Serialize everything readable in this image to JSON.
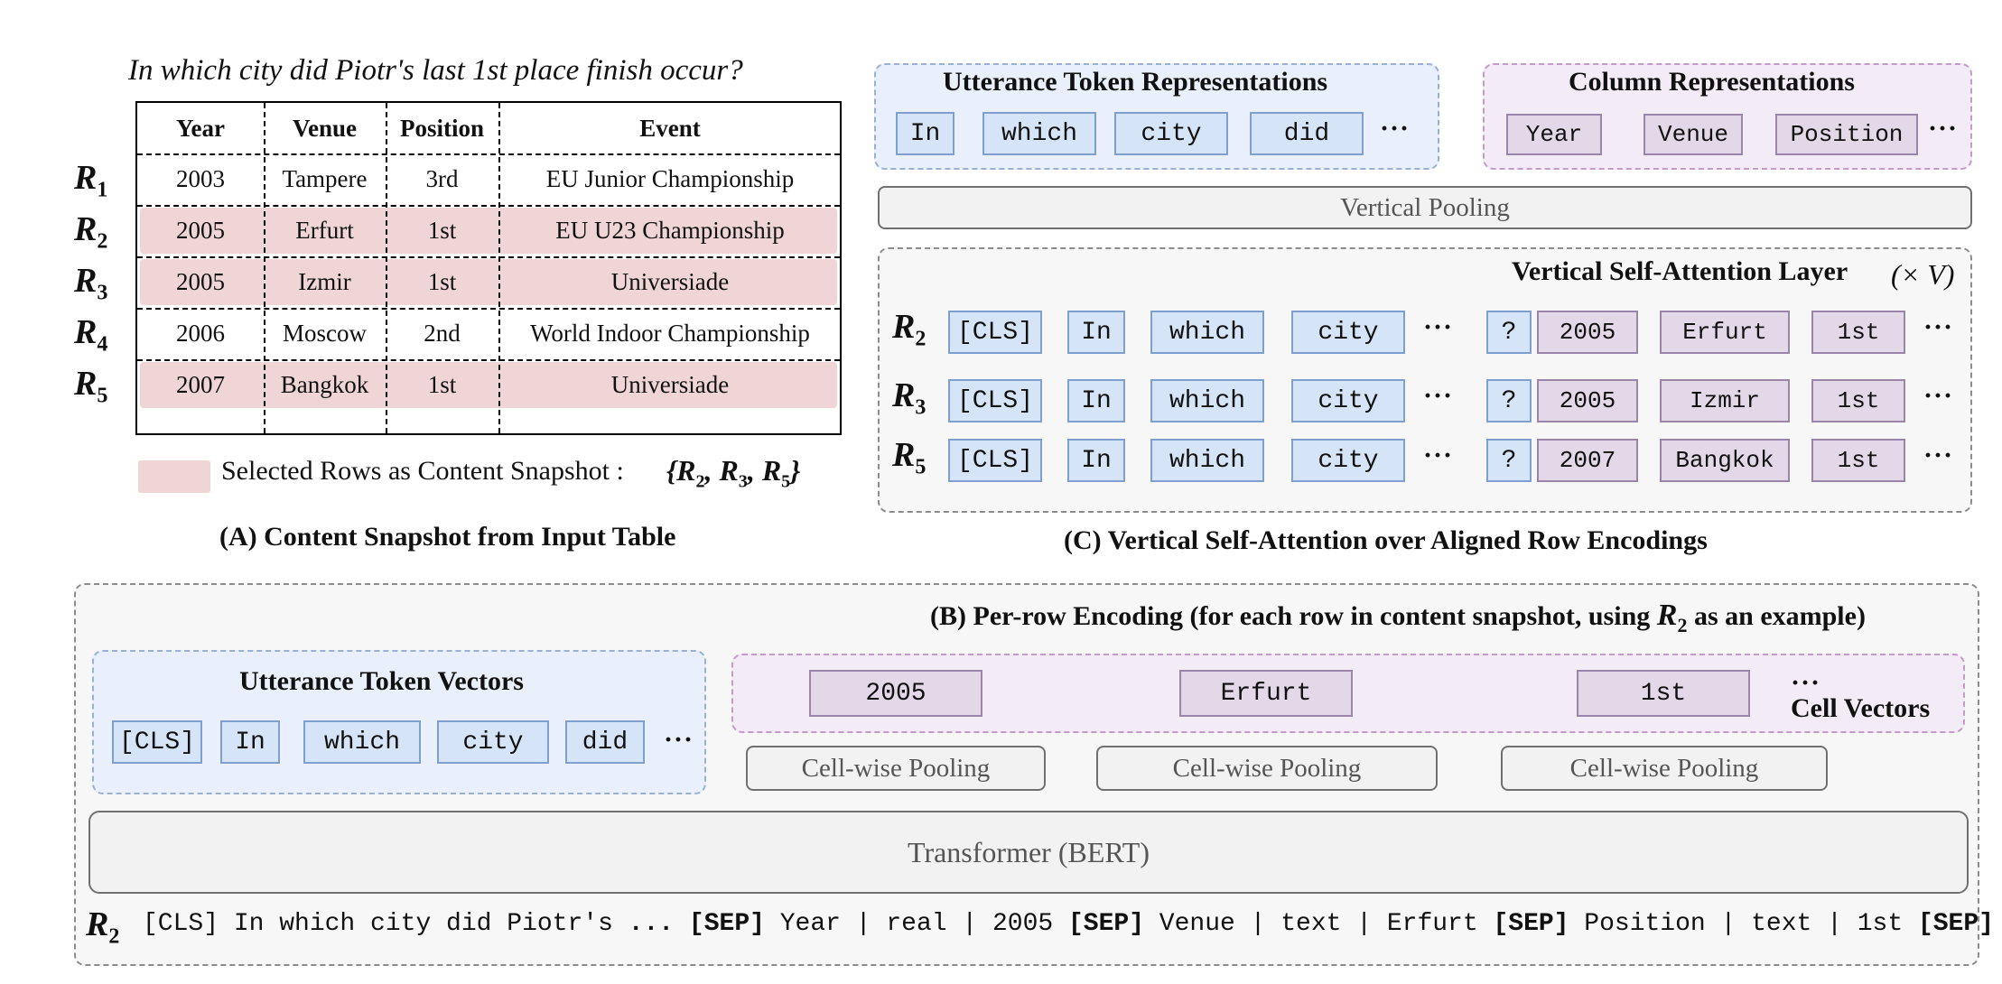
{
  "question": "In which city did Piotr's last 1st place finish occur?",
  "table": {
    "headers": [
      "Year",
      "Venue",
      "Position",
      "Event"
    ],
    "rows": [
      {
        "label": "R",
        "sub": "1",
        "cells": [
          "2003",
          "Tampere",
          "3rd",
          "EU Junior Championship"
        ],
        "selected": false
      },
      {
        "label": "R",
        "sub": "2",
        "cells": [
          "2005",
          "Erfurt",
          "1st",
          "EU U23 Championship"
        ],
        "selected": true
      },
      {
        "label": "R",
        "sub": "3",
        "cells": [
          "2005",
          "Izmir",
          "1st",
          "Universiade"
        ],
        "selected": true
      },
      {
        "label": "R",
        "sub": "4",
        "cells": [
          "2006",
          "Moscow",
          "2nd",
          "World Indoor Championship"
        ],
        "selected": false
      },
      {
        "label": "R",
        "sub": "5",
        "cells": [
          "2007",
          "Bangkok",
          "1st",
          "Universiade"
        ],
        "selected": true
      }
    ]
  },
  "legend": {
    "text": "Selected Rows as Content Snapshot :",
    "set": "{R2, R3, R5}",
    "color": "#efd5d5"
  },
  "captions": {
    "a": "(A) Content Snapshot from Input Table",
    "c": "(C) Vertical Self-Attention over Aligned Row Encodings",
    "b": "(B) Per-row Encoding (for each row in content snapshot, using",
    "b_var": "R",
    "b_sub": "2",
    "b_end": "as an example)"
  },
  "panel_c": {
    "utterance_title": "Utterance Token Representations",
    "utterance_tokens": [
      "In",
      "which",
      "city",
      "did"
    ],
    "column_title": "Column Representations",
    "column_tokens": [
      "Year",
      "Venue",
      "Position"
    ],
    "vertical_pooling": "Vertical Pooling",
    "layer_title": "Vertical Self-Attention Layer",
    "layer_mult": "(× V)",
    "rows": [
      {
        "label": "R",
        "sub": "2",
        "tokens": [
          "[CLS]",
          "In",
          "which",
          "city",
          "?"
        ],
        "cells": [
          "2005",
          "Erfurt",
          "1st"
        ]
      },
      {
        "label": "R",
        "sub": "3",
        "tokens": [
          "[CLS]",
          "In",
          "which",
          "city",
          "?"
        ],
        "cells": [
          "2005",
          "Izmir",
          "1st"
        ]
      },
      {
        "label": "R",
        "sub": "5",
        "tokens": [
          "[CLS]",
          "In",
          "which",
          "city",
          "?"
        ],
        "cells": [
          "2007",
          "Bangkok",
          "1st"
        ]
      }
    ],
    "ellipsis": "···"
  },
  "panel_b": {
    "utterance_title": "Utterance Token Vectors",
    "utterance_tokens": [
      "[CLS]",
      "In",
      "which",
      "city",
      "did"
    ],
    "cell_tokens": [
      "2005",
      "Erfurt",
      "1st"
    ],
    "cell_title": "Cell Vectors",
    "cell_pooling": "Cell-wise Pooling",
    "transformer": "Transformer (BERT)",
    "input_label": "R",
    "input_sub": "2",
    "input_seq": [
      {
        "t": "[CLS] In which city did Piotr's ",
        "b": false
      },
      {
        "t": "... ",
        "b": true
      },
      {
        "t": "[SEP]",
        "b": true
      },
      {
        "t": " Year | real | 2005 ",
        "b": false
      },
      {
        "t": "[SEP]",
        "b": true
      },
      {
        "t": " Venue | text | Erfurt ",
        "b": false
      },
      {
        "t": "[SEP]",
        "b": true
      },
      {
        "t": " Position | text | 1st ",
        "b": false
      },
      {
        "t": "[SEP]",
        "b": true
      },
      {
        "t": " ...",
        "b": true
      }
    ]
  }
}
